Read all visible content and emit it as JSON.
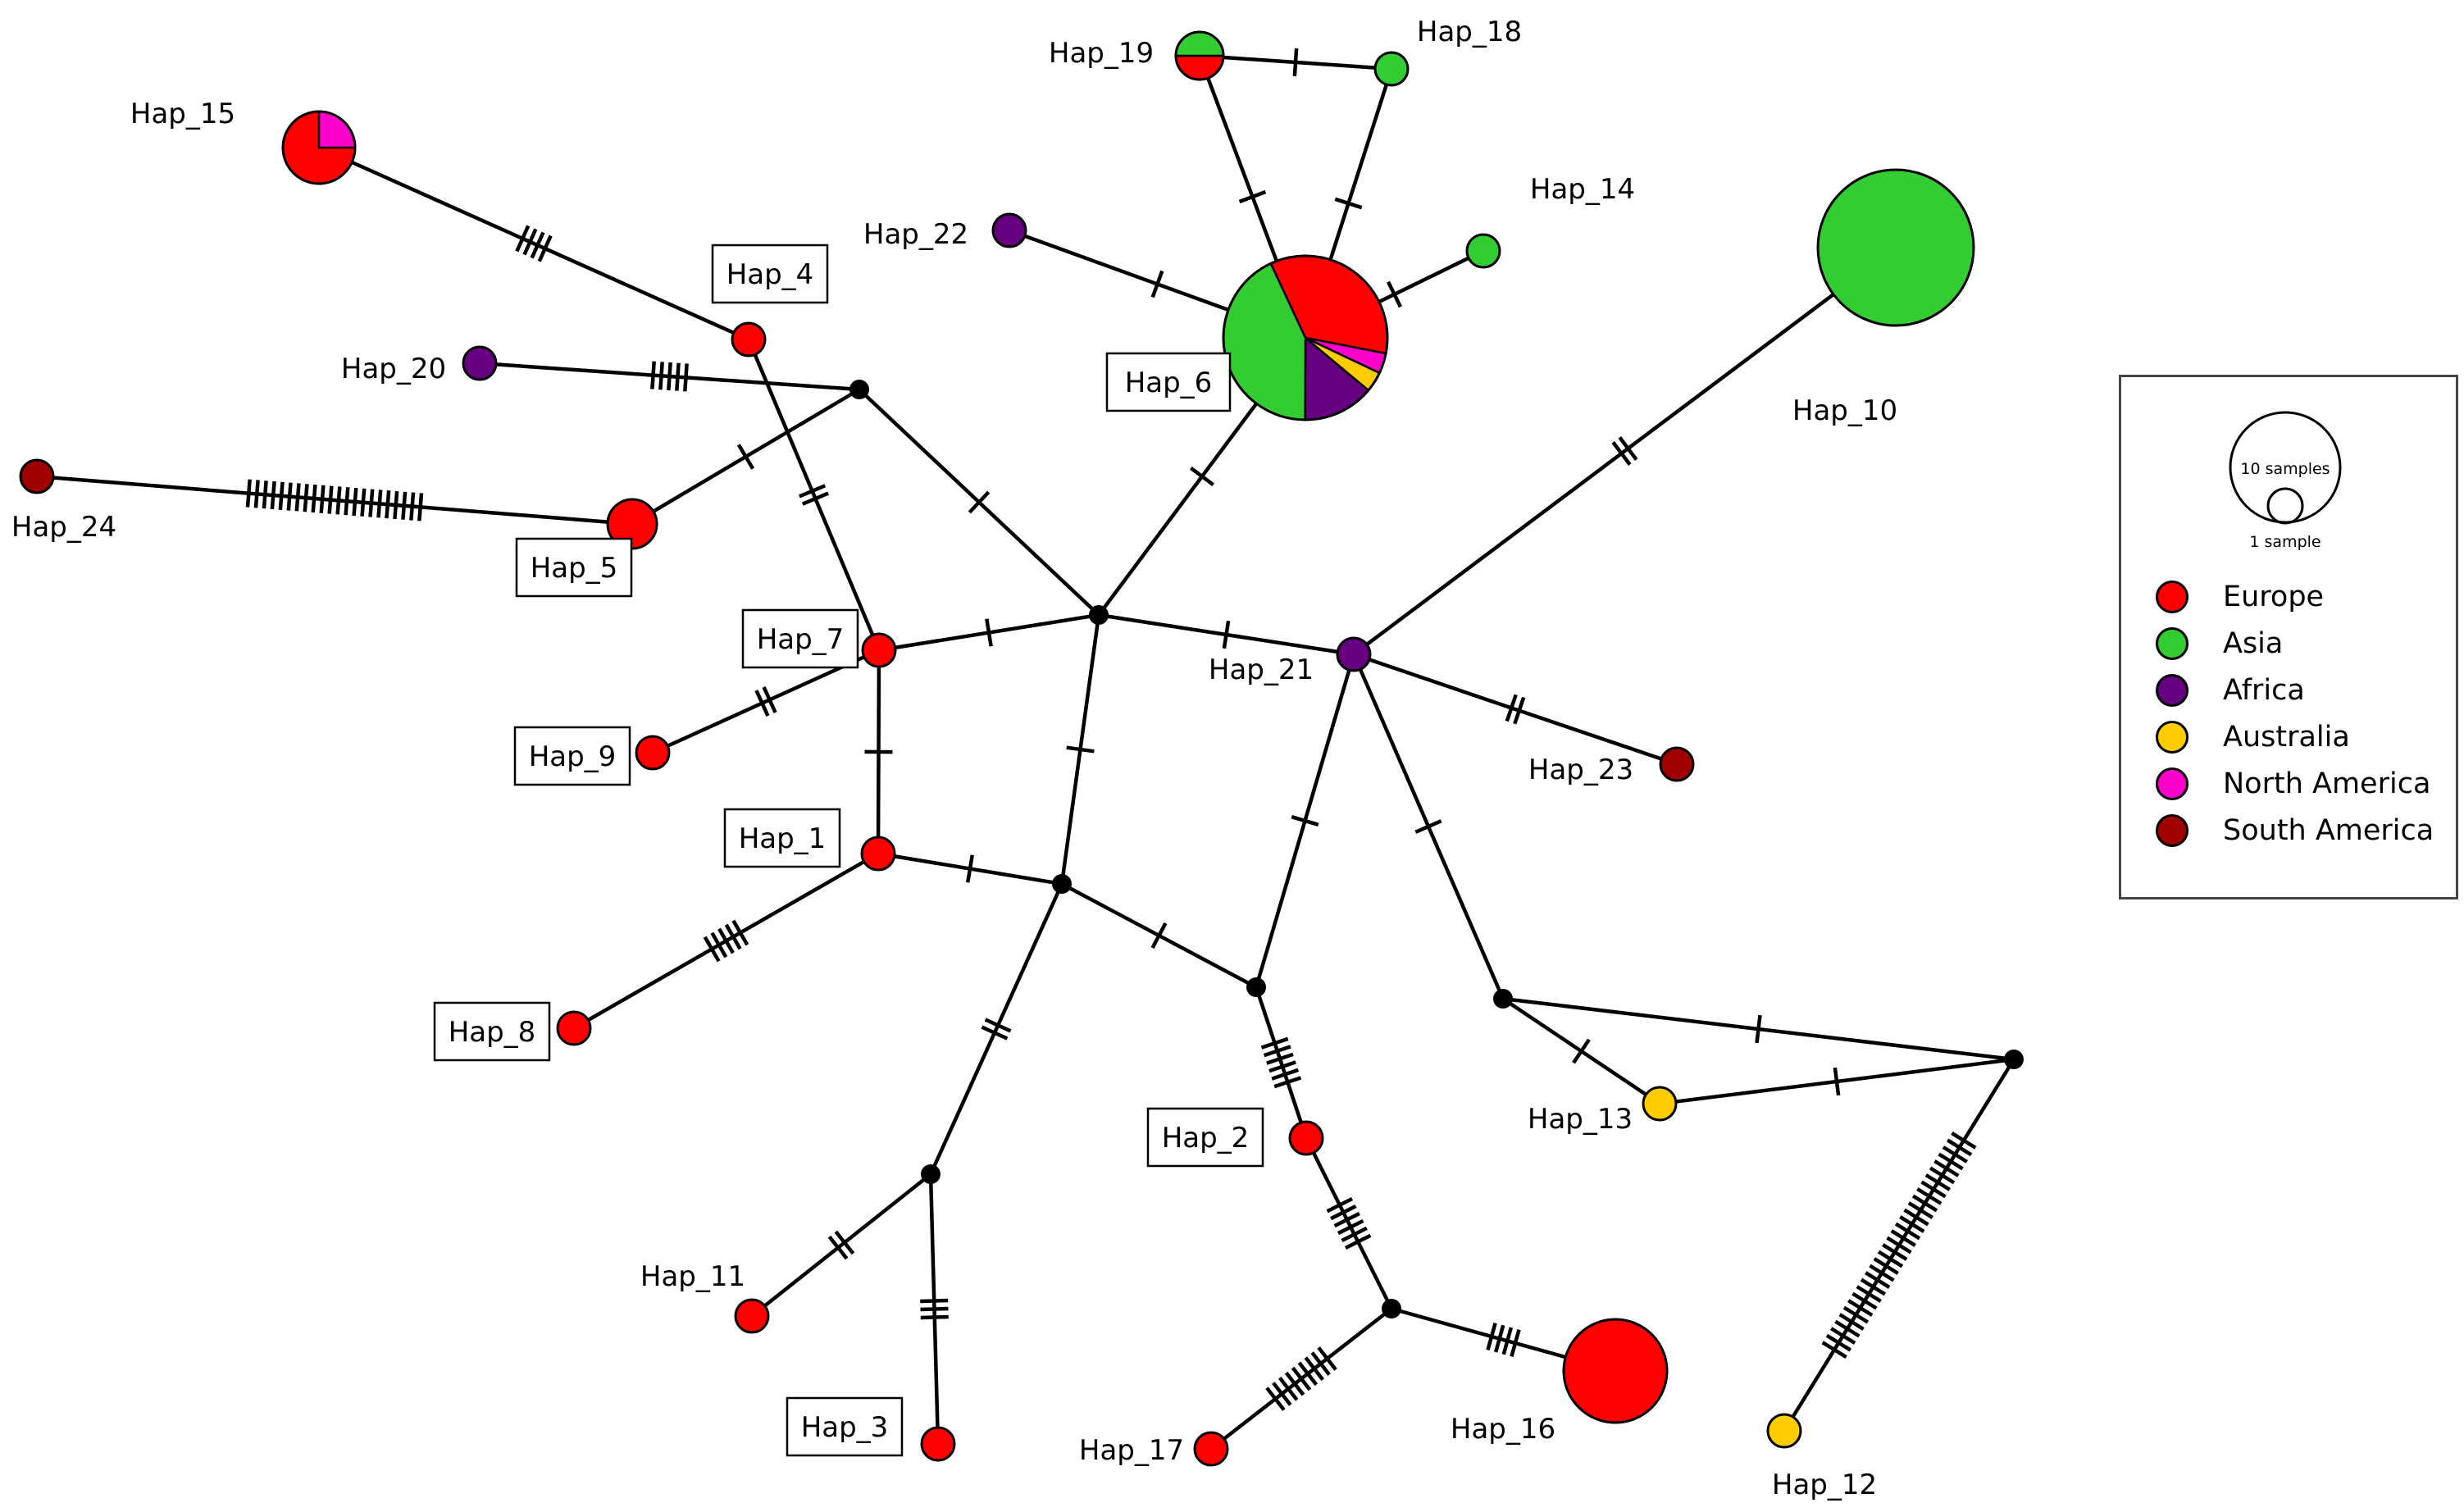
{
  "regions": [
    {
      "name": "Europe",
      "color": "#ff0000"
    },
    {
      "name": "Asia",
      "color": "#33cc33"
    },
    {
      "name": "Africa",
      "color": "#660080"
    },
    {
      "name": "Australia",
      "color": "#ffcc00"
    },
    {
      "name": "North America",
      "color": "#ff00cc"
    },
    {
      "name": "South America",
      "color": "#a00000"
    }
  ],
  "legend": {
    "size_large_label": "10 samples",
    "size_small_label": "1 sample"
  },
  "haplotypes": [
    {
      "id": "h1",
      "label": "Hap_1",
      "boxed": true,
      "region": "Europe"
    },
    {
      "id": "h2",
      "label": "Hap_2",
      "boxed": true,
      "region": "Europe"
    },
    {
      "id": "h3",
      "label": "Hap_3",
      "boxed": true,
      "region": "Europe"
    },
    {
      "id": "h4",
      "label": "Hap_4",
      "boxed": true,
      "region": "Europe"
    },
    {
      "id": "h5",
      "label": "Hap_5",
      "boxed": true,
      "region": "Europe"
    },
    {
      "id": "h6",
      "label": "Hap_6",
      "boxed": true,
      "composition": [
        {
          "region": "Europe",
          "fraction": 0.35
        },
        {
          "region": "North America",
          "fraction": 0.04
        },
        {
          "region": "Australia",
          "fraction": 0.04
        },
        {
          "region": "Africa",
          "fraction": 0.14
        },
        {
          "region": "Asia",
          "fraction": 0.43
        }
      ]
    },
    {
      "id": "h7",
      "label": "Hap_7",
      "boxed": true,
      "region": "Europe"
    },
    {
      "id": "h8",
      "label": "Hap_8",
      "boxed": true,
      "region": "Europe"
    },
    {
      "id": "h9",
      "label": "Hap_9",
      "boxed": true,
      "region": "Europe"
    },
    {
      "id": "h10",
      "label": "Hap_10",
      "boxed": false,
      "region": "Asia"
    },
    {
      "id": "h11",
      "label": "Hap_11",
      "boxed": false,
      "region": "Europe"
    },
    {
      "id": "h12",
      "label": "Hap_12",
      "boxed": false,
      "region": "Australia"
    },
    {
      "id": "h13",
      "label": "Hap_13",
      "boxed": false,
      "region": "Australia"
    },
    {
      "id": "h14",
      "label": "Hap_14",
      "boxed": false,
      "region": "Asia"
    },
    {
      "id": "h15",
      "label": "Hap_15",
      "boxed": false,
      "composition": [
        {
          "region": "Europe",
          "fraction": 0.75
        },
        {
          "region": "North America",
          "fraction": 0.25
        }
      ]
    },
    {
      "id": "h16",
      "label": "Hap_16",
      "boxed": false,
      "region": "Europe"
    },
    {
      "id": "h17",
      "label": "Hap_17",
      "boxed": false,
      "region": "Europe"
    },
    {
      "id": "h18",
      "label": "Hap_18",
      "boxed": false,
      "region": "Asia"
    },
    {
      "id": "h19",
      "label": "Hap_19",
      "boxed": false,
      "composition": [
        {
          "region": "Europe",
          "fraction": 0.5
        },
        {
          "region": "Asia",
          "fraction": 0.5
        }
      ]
    },
    {
      "id": "h20",
      "label": "Hap_20",
      "boxed": false,
      "region": "Africa"
    },
    {
      "id": "h21",
      "label": "Hap_21",
      "boxed": false,
      "region": "Africa"
    },
    {
      "id": "h22",
      "label": "Hap_22",
      "boxed": false,
      "region": "Africa"
    },
    {
      "id": "h23",
      "label": "Hap_23",
      "boxed": false,
      "region": "South America"
    },
    {
      "id": "h24",
      "label": "Hap_24",
      "boxed": false,
      "region": "South America"
    }
  ],
  "median_vectors": [
    "m1",
    "m2",
    "m3",
    "m4",
    "m5",
    "m6",
    "m7",
    "m8"
  ],
  "links": [
    {
      "from": "h15",
      "to": "h4",
      "mutations": 4
    },
    {
      "from": "h4",
      "to": "h7",
      "mutations": 2
    },
    {
      "from": "h20",
      "to": "m1",
      "mutations": 5
    },
    {
      "from": "h5",
      "to": "m1",
      "mutations": 1
    },
    {
      "from": "m1",
      "to": "m2",
      "mutations": 1
    },
    {
      "from": "h24",
      "to": "h5",
      "mutations": 22
    },
    {
      "from": "h7",
      "to": "m2",
      "mutations": 1
    },
    {
      "from": "h7",
      "to": "h1",
      "mutations": 1
    },
    {
      "from": "h9",
      "to": "h7",
      "mutations": 2
    },
    {
      "from": "h22",
      "to": "h6",
      "mutations": 1
    },
    {
      "from": "h6",
      "to": "m2",
      "mutations": 1
    },
    {
      "from": "h19",
      "to": "h6",
      "mutations": 1
    },
    {
      "from": "h18",
      "to": "h6",
      "mutations": 1
    },
    {
      "from": "h19",
      "to": "h18",
      "mutations": 1
    },
    {
      "from": "h14",
      "to": "h6",
      "mutations": 1
    },
    {
      "from": "m2",
      "to": "h21",
      "mutations": 1
    },
    {
      "from": "m2",
      "to": "m3",
      "mutations": 1
    },
    {
      "from": "h10",
      "to": "h21",
      "mutations": 2
    },
    {
      "from": "h21",
      "to": "h23",
      "mutations": 2
    },
    {
      "from": "h21",
      "to": "m4",
      "mutations": 1
    },
    {
      "from": "h21",
      "to": "m5",
      "mutations": 1
    },
    {
      "from": "h1",
      "to": "m3",
      "mutations": 1
    },
    {
      "from": "h8",
      "to": "h1",
      "mutations": 5
    },
    {
      "from": "m3",
      "to": "m4",
      "mutations": 1
    },
    {
      "from": "m3",
      "to": "m6",
      "mutations": 2
    },
    {
      "from": "m6",
      "to": "h11",
      "mutations": 2
    },
    {
      "from": "m6",
      "to": "h3",
      "mutations": 3
    },
    {
      "from": "m4",
      "to": "h2",
      "mutations": 6
    },
    {
      "from": "h2",
      "to": "m7",
      "mutations": 6
    },
    {
      "from": "m7",
      "to": "h17",
      "mutations": 9
    },
    {
      "from": "m7",
      "to": "h16",
      "mutations": 4
    },
    {
      "from": "m5",
      "to": "h13",
      "mutations": 1
    },
    {
      "from": "m5",
      "to": "m8",
      "mutations": 1
    },
    {
      "from": "h13",
      "to": "m8",
      "mutations": 1
    },
    {
      "from": "m8",
      "to": "h12",
      "mutations": 31
    }
  ]
}
